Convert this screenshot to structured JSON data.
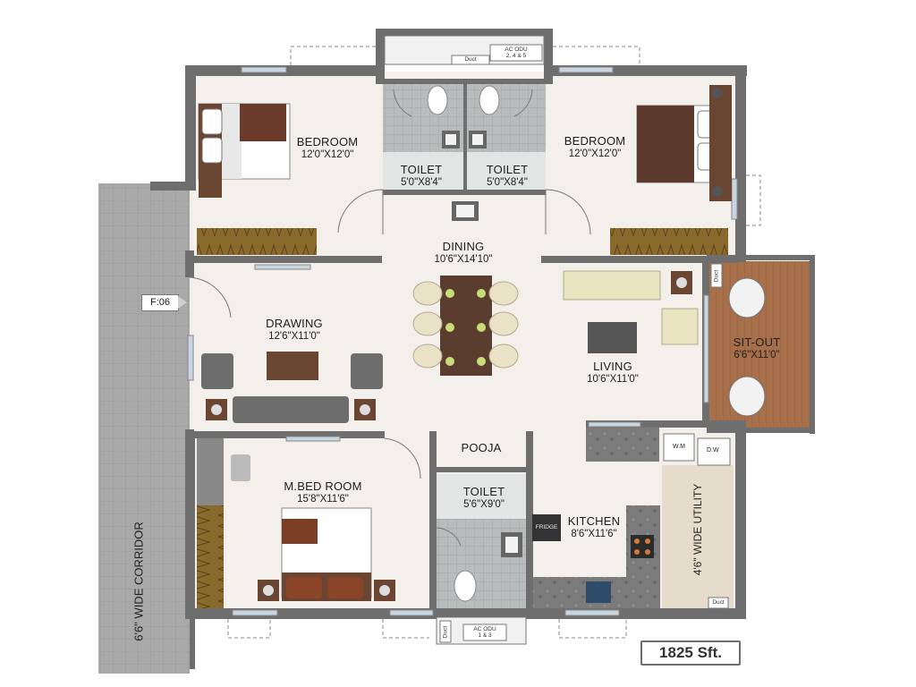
{
  "plan": {
    "rooms": {
      "bedroom_left": {
        "name": "BEDROOM",
        "dims": "12'0\"X12'0\""
      },
      "bedroom_right": {
        "name": "BEDROOM",
        "dims": "12'0\"X12'0\""
      },
      "toilet_1": {
        "name": "TOILET",
        "dims": "5'0\"X8'4\""
      },
      "toilet_2": {
        "name": "TOILET",
        "dims": "5'0\"X8'4\""
      },
      "dining": {
        "name": "DINING",
        "dims": "10'6\"X14'10\""
      },
      "drawing": {
        "name": "DRAWING",
        "dims": "12'6\"X11'0\""
      },
      "living": {
        "name": "LIVING",
        "dims": "10'6\"X11'0\""
      },
      "sitout": {
        "name": "SIT-OUT",
        "dims": "6'6\"X11'0\""
      },
      "pooja": {
        "name": "POOJA"
      },
      "toilet_3": {
        "name": "TOILET",
        "dims": "5'6\"X9'0\""
      },
      "kitchen": {
        "name": "KITCHEN",
        "dims": "8'6\"X11'6\""
      },
      "master_bedroom": {
        "name": "M.BED ROOM",
        "dims": "15'8\"X11'6\""
      },
      "utility": {
        "name": "4'6\" WIDE UTILITY"
      }
    },
    "corridor": "6'6\" WIDE CORRIDOR",
    "flat_number": "F:06",
    "area": "1825 Sft.",
    "tags": {
      "ac_odu_top_line1": "AC ODU",
      "ac_odu_top_line2": "2, 4 & 5",
      "ac_odu_bottom_line1": "AC ODU",
      "ac_odu_bottom_line2": "1 & 3",
      "duct": "Duct",
      "wm": "W.M",
      "dw": "D.W",
      "fridge": "FRIDGE"
    },
    "colors": {
      "wall": "#6e6e6e",
      "floor": "#f3efea",
      "toilet_floor": "#b9bcbd",
      "deck": "#a8704a",
      "corridor": "#a9a9a9",
      "wardrobe": "#8a6a2c",
      "counter": "#7b7b7b",
      "bed_brown": "#6a4532"
    }
  }
}
